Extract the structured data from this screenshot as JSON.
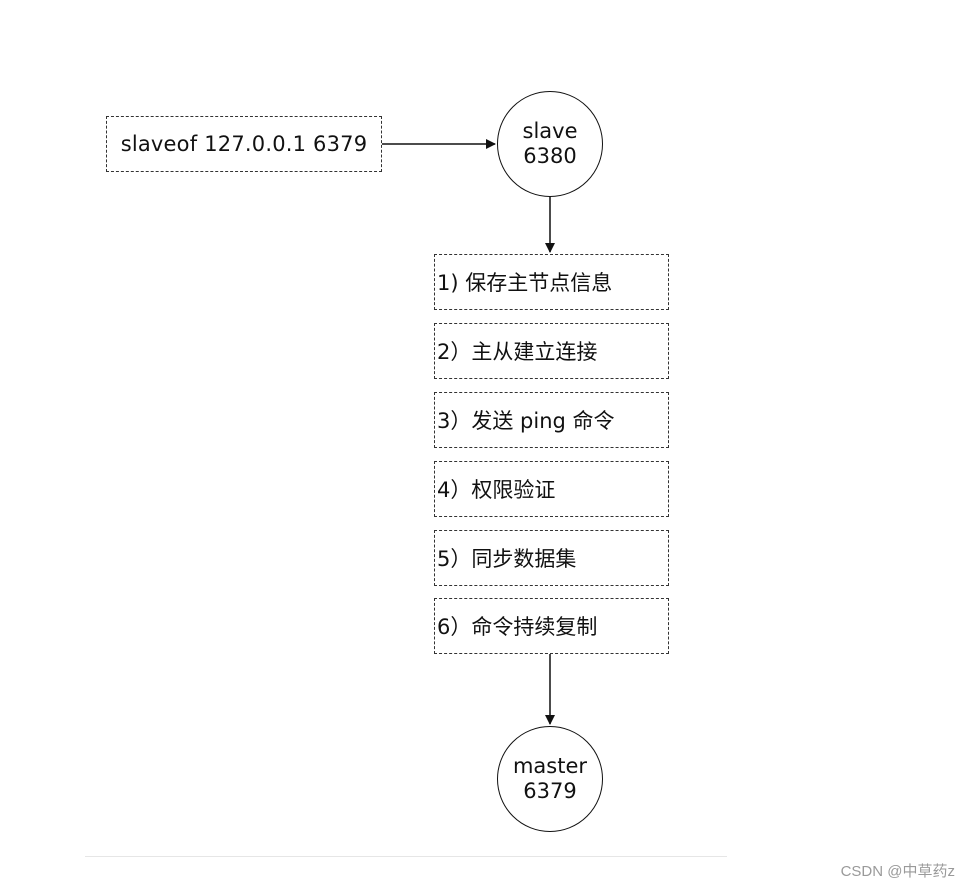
{
  "command": "slaveof 127.0.0.1 6379",
  "slave_node": {
    "line1": "slave",
    "line2": "6380"
  },
  "master_node": {
    "line1": "master",
    "line2": "6379"
  },
  "steps": [
    "1) 保存主节点信息",
    "2）主从建立连接",
    "3）发送 ping 命令",
    "4）权限验证",
    "5）同步数据集",
    "6）命令持续复制"
  ],
  "watermark": "CSDN @中草药z",
  "colors": {
    "line": "#111111",
    "dashed_border": "#333333",
    "watermark": "#9a9a9a"
  }
}
